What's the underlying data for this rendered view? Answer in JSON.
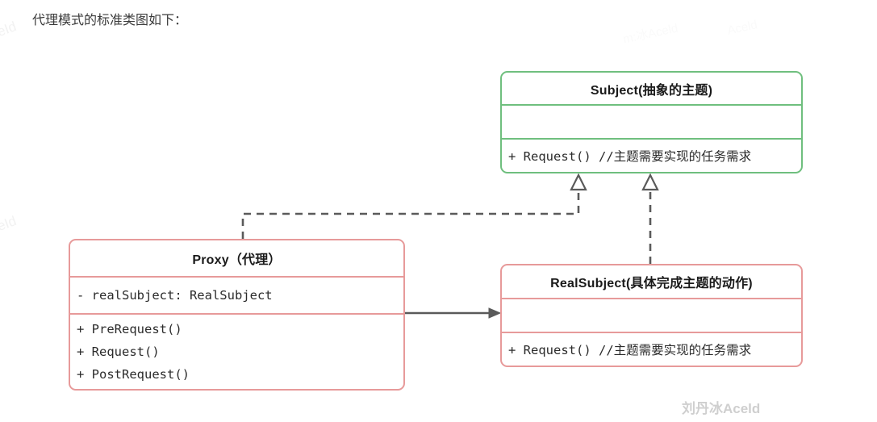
{
  "caption": "代理模式的标准类图如下：",
  "diagram": {
    "classes": [
      {
        "id": "subject",
        "name": "Subject(抽象的主题)",
        "stereotype_color": "#6fbf7e",
        "attributes": [],
        "operations": [
          "+ Request() //主题需要实现的任务需求"
        ]
      },
      {
        "id": "proxy",
        "name": "Proxy（代理）",
        "stereotype_color": "#e79a9a",
        "attributes": [
          "- realSubject: RealSubject"
        ],
        "operations": [
          "+ PreRequest()",
          "+ Request()",
          "+ PostRequest()"
        ]
      },
      {
        "id": "realsubject",
        "name": "RealSubject(具体完成主题的动作)",
        "stereotype_color": "#e79a9a",
        "attributes": [],
        "operations": [
          "+ Request() //主题需要实现的任务需求"
        ]
      }
    ],
    "relations": [
      {
        "id": "proxy-realizes-subject",
        "type": "realization",
        "from": "proxy",
        "to": "subject",
        "style": "dashed",
        "arrowhead": "hollow-triangle"
      },
      {
        "id": "realsubject-realizes-subject",
        "type": "realization",
        "from": "realsubject",
        "to": "subject",
        "style": "dashed",
        "arrowhead": "hollow-triangle"
      },
      {
        "id": "proxy-uses-realsubject",
        "type": "association",
        "from": "proxy",
        "to": "realsubject",
        "style": "solid",
        "arrowhead": "filled-arrow"
      }
    ],
    "line_color": "#5a5a5a"
  },
  "watermarks": {
    "corner": "刘丹冰Aceld",
    "edge_left_top": "ceId",
    "edge_left_mid": "ceId",
    "edge_top_center": "m:冰Aceld",
    "edge_top_right": "Aceld"
  }
}
